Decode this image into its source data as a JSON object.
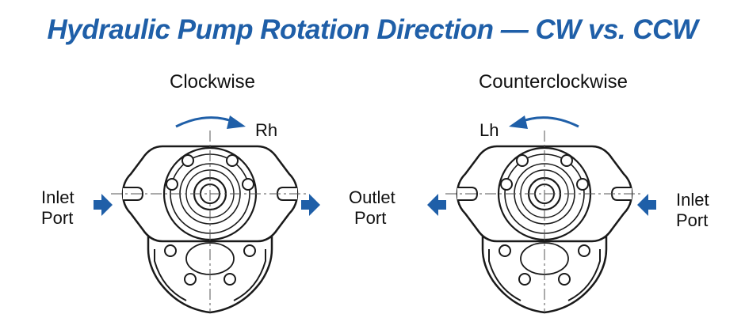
{
  "title": "Hydraulic Pump Rotation Direction — CW vs. CCW",
  "left": {
    "heading": "Clockwise",
    "rotation_label": "Rh",
    "inlet_line1": "Inlet",
    "inlet_line2": "Port",
    "outlet_line1": "Outlet",
    "outlet_line2": "Port"
  },
  "right": {
    "heading": "Counterclockwise",
    "rotation_label": "Lh",
    "inlet_line1": "Inlet",
    "inlet_line2": "Port"
  },
  "colors": {
    "accent": "#1f5fa8",
    "outline": "#1a1a1a",
    "body": "#ffffff"
  }
}
